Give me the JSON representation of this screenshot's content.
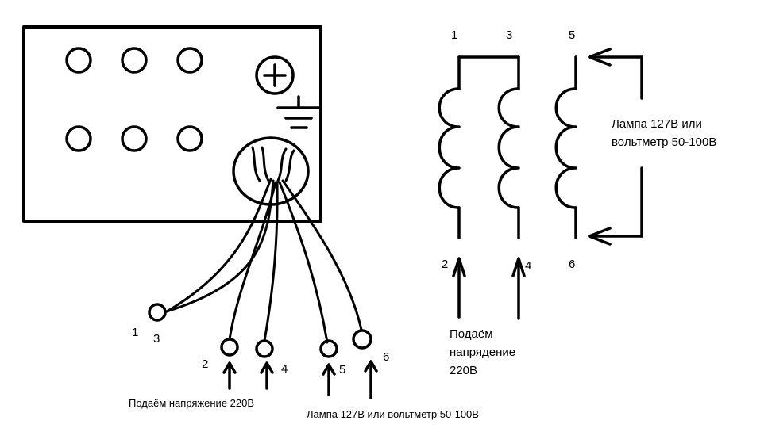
{
  "left_diagram": {
    "terminals": [
      {
        "id": "t1",
        "label": "1"
      },
      {
        "id": "t3",
        "label": "3"
      },
      {
        "id": "t2",
        "label": "2"
      },
      {
        "id": "t4",
        "label": "4"
      },
      {
        "id": "t5",
        "label": "5"
      },
      {
        "id": "t6",
        "label": "6"
      }
    ],
    "supply_caption": "Подаём напряжение 220В",
    "lamp_caption": "Лампа 127В или вольтметр 50-100В"
  },
  "right_diagram": {
    "top_labels": [
      "1",
      "3",
      "5"
    ],
    "bottom_labels": [
      "2",
      "4",
      "6"
    ],
    "supply_caption_lines": [
      "Подаём",
      "напрядение",
      "220В"
    ],
    "lamp_caption_lines": [
      "Лампа 127В или",
      "вольтметр 50-100В"
    ]
  }
}
